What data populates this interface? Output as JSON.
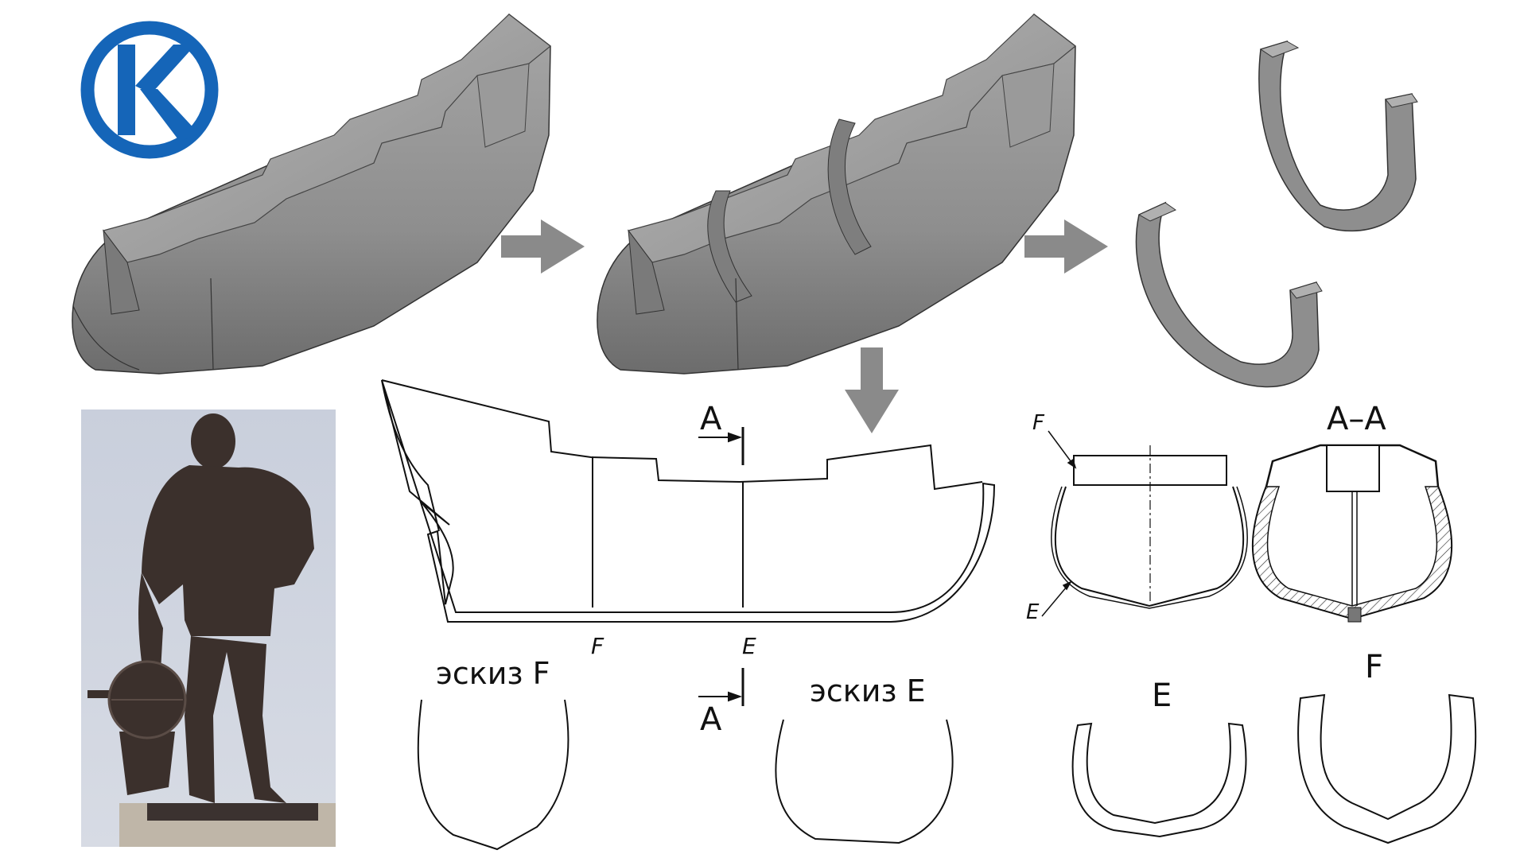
{
  "logo": {
    "letter": "K",
    "color": "#1565b8"
  },
  "colors": {
    "hull": "#8c8c8c",
    "hull_dark": "#6e6e6e",
    "hull_light": "#a9a9a9",
    "arrow": "#8a8a8a",
    "line": "#111111"
  },
  "drawing": {
    "section_marker": "A",
    "station_f": "F",
    "station_e": "E",
    "sketch_f_caption": "эскиз F",
    "sketch_e_caption": "эскиз E",
    "section_title": "A–A",
    "label_f": "F",
    "label_e": "E",
    "frame_e_title": "E",
    "frame_f_title": "F"
  },
  "icons": [
    "logo-k-icon",
    "arrow-right-icon",
    "arrow-down-icon",
    "statue-photo"
  ]
}
